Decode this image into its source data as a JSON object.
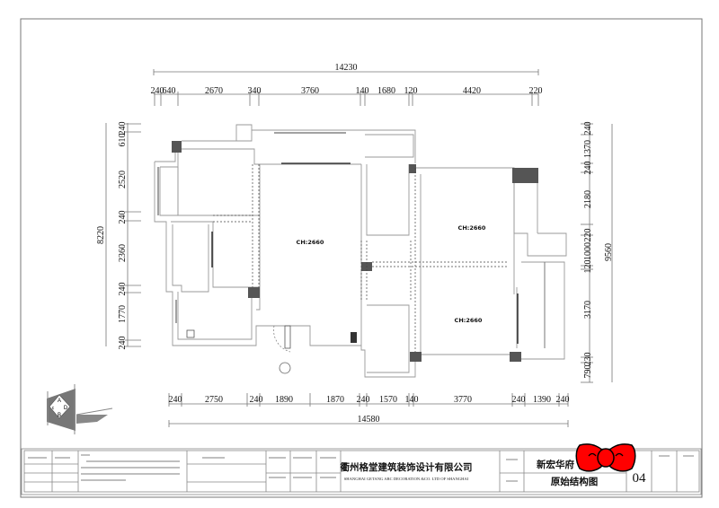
{
  "plan": {
    "overall_top": "14230",
    "overall_bottom": "14580",
    "overall_left": "8220",
    "overall_right": "9560",
    "top_segments": [
      "240",
      "640",
      "2670",
      "340",
      "3760",
      "140",
      "1680",
      "120",
      "4420",
      "220"
    ],
    "bottom_segments": [
      "240",
      "2750",
      "240",
      "1890",
      "1870",
      "240",
      "1570",
      "140",
      "3770",
      "240",
      "1390",
      "240"
    ],
    "left_segments": [
      "240",
      "610",
      "2520",
      "240",
      "2360",
      "240",
      "1770",
      "240"
    ],
    "right_segments": [
      "240",
      "1370",
      "240",
      "2180",
      "220",
      "1000",
      "120",
      "3170",
      "230",
      "790"
    ],
    "ceiling_heights": [
      "CH:2660",
      "CH:2660",
      "CH:2660"
    ]
  },
  "compass": {
    "letters": [
      "A",
      "D",
      "B",
      "c"
    ]
  },
  "title_block": {
    "company_cn": "衢州格堂建筑装饰设计有限公司",
    "company_en": "SHANGHAI GETANG ARC DECORATION  &CO. LTD OF SHANGHAI",
    "project": "新宏华府",
    "drawing_name": "原始结构图",
    "sheet_no": "04"
  },
  "colors": {
    "wall": "#999999",
    "pillar": "#555555",
    "sticker": "#ff0000"
  }
}
